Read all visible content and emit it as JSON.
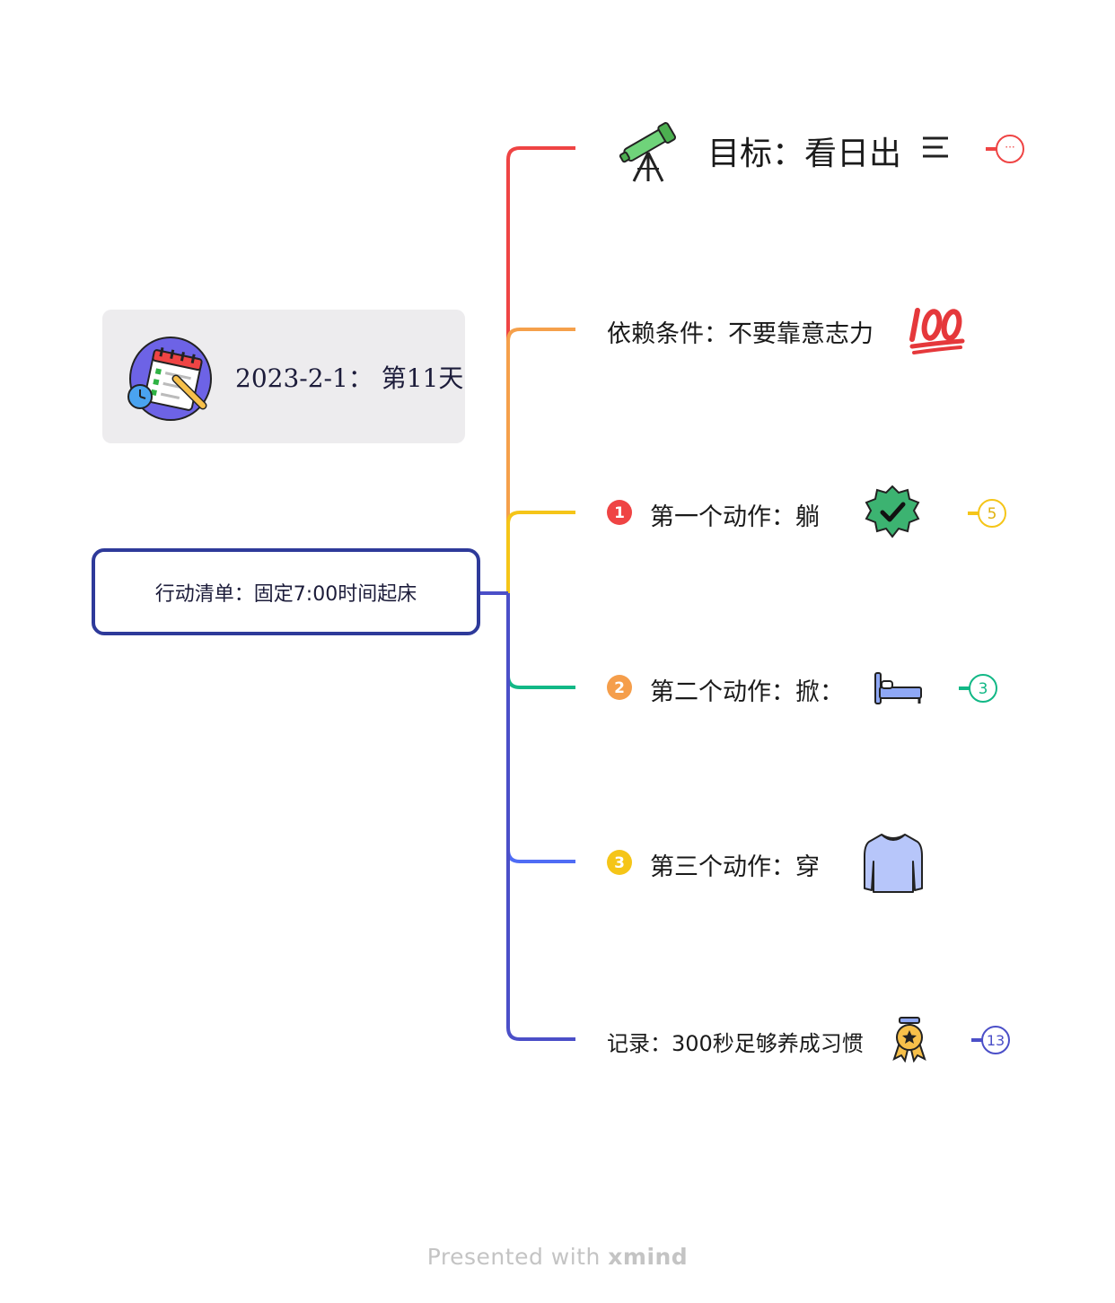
{
  "floating_topic": {
    "text": "2023-2-1： 第11天",
    "icon": "calendar-checklist-icon"
  },
  "central_topic": {
    "text": "行动清单：固定7:00时间起床"
  },
  "branches": [
    {
      "text": "目标：看日出",
      "icon": "telescope-icon",
      "extra_icon": "notes-lines-icon",
      "marker": "···",
      "color": "#ef4444"
    },
    {
      "text": "依赖条件：不要靠意志力",
      "icon": "hundred-points-icon",
      "color": "#f59e4b"
    },
    {
      "text": "第一个动作：躺",
      "number_badge": "1",
      "icon": "verified-check-icon",
      "marker": "5",
      "color": "#f5c518"
    },
    {
      "text": "第二个动作：掀：",
      "number_badge": "2",
      "icon": "bed-icon",
      "marker": "3",
      "color": "#12b886"
    },
    {
      "text": "第三个动作：穿",
      "number_badge": "3",
      "icon": "sweater-icon",
      "color": "#4f6cf5"
    },
    {
      "text": "记录：300秒足够养成习惯",
      "icon": "medal-icon",
      "marker": "13",
      "color": "#4b4fc8"
    }
  ],
  "footer": {
    "prefix": "Presented with",
    "brand": "xmind"
  }
}
